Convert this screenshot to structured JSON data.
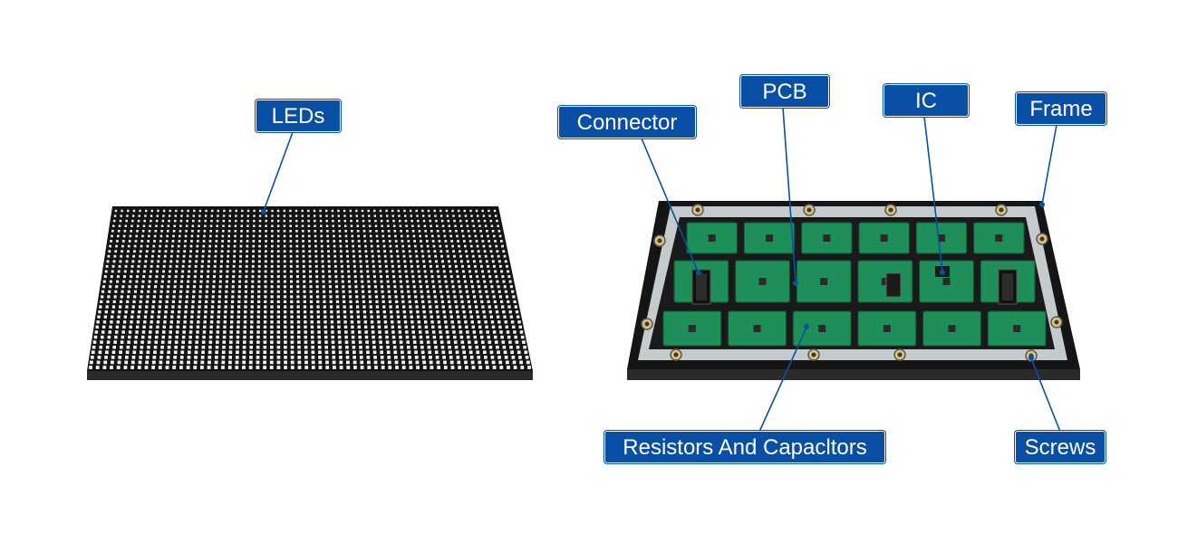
{
  "labels": {
    "leds": "LEDs",
    "connector": "Connector",
    "pcb": "PCB",
    "ic": "IC",
    "frame": "Frame",
    "resistors": "Resistors And Capacltors",
    "screws": "Screws"
  },
  "colors": {
    "callout_fill": "#0a4fa6",
    "leader_line": "#0a4fa6",
    "pcb_green": "#1f8f5a",
    "module_black": "#121212",
    "frame_gray": "#bfc4c6",
    "led_white": "#f2f2f2"
  }
}
